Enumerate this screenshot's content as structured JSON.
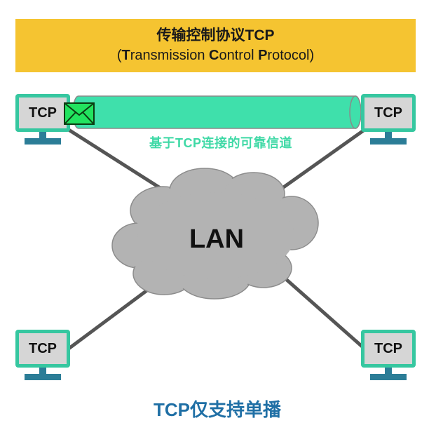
{
  "banner": {
    "title": "传输控制协议TCP",
    "subtitle_parts": [
      "(",
      "T",
      "ransmission ",
      "C",
      "ontrol ",
      "P",
      "rotocol)"
    ]
  },
  "channel": {
    "label": "基于TCP连接的可靠信道"
  },
  "lan": {
    "label": "LAN"
  },
  "hosts": [
    {
      "id": "top-left",
      "label": "TCP"
    },
    {
      "id": "top-right",
      "label": "TCP"
    },
    {
      "id": "bottom-left",
      "label": "TCP"
    },
    {
      "id": "bottom-right",
      "label": "TCP"
    }
  ],
  "envelope": {
    "icon": "envelope-icon"
  },
  "footer": {
    "caption": "TCP仅支持单播"
  },
  "colors": {
    "banner": "#f5c431",
    "channel_fill": "#3fe0ab",
    "monitor_border": "#36c7a0",
    "monitor_stand": "#2b7d97",
    "cloud": "#b3b3b3",
    "footer_text": "#1f6fa5",
    "envelope": "#22e35f"
  }
}
